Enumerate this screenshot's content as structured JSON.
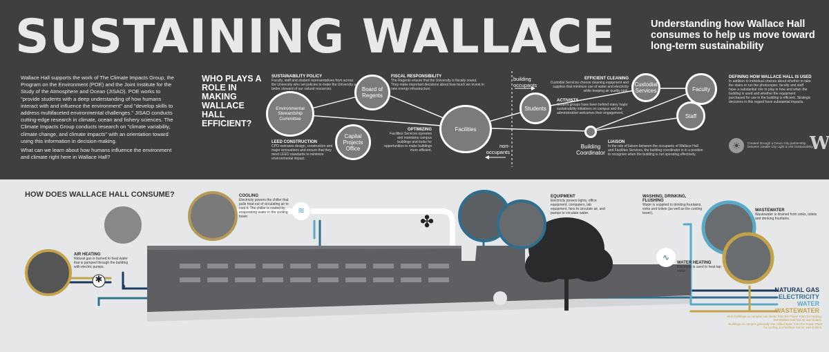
{
  "title": "SUSTAINING WALLACE",
  "subtitle": "Understanding how Wallace Hall consumes to help us move toward long-term sustainability",
  "intro": "Wallace Hall supports the work of The Climate Impacts Group, the Program on the Environment (POE) and the Joint Institute for the Study of the Atmosphere and Ocean (JISAO). POE works to \"provide students with a deep understanding of how humans interact with and influence the environment\" and \"develop skills to address multifaceted environmental challenges.\" JISAO conducts cutting-edge research in climate, ocean and fishery sciences. The Climate Impacts Group conducts research on \"climate variability, climate change, and climate impacts\" with an orientation toward using this information in decision-making.",
  "intro_question": "What can we learn about how humans influence the environment and climate right here in Wallace Hall?",
  "roles": {
    "heading": "WHO PLAYS A ROLE IN MAKING WALLACE HALL EFFICIENT?",
    "building_occupants": "building occupants",
    "non_occupants": "non-occupants",
    "nodes": {
      "environmental_stewardship": "Environmental Stewardship Committee",
      "board_of_regents": "Board of Regents",
      "capital_projects": "Capital Projects Office",
      "facilities": "Facilities",
      "students": "Students",
      "custodial": "Custodial Services",
      "faculty": "Faculty",
      "staff": "Staff",
      "building_coordinator": "Building Coordinator"
    },
    "blocks": {
      "sustainability_policy": {
        "head": "SUSTAINABILITY POLICY",
        "body": "Faculty, staff and student representatives from across the University who set policies to make the University a better steward of our natural resources."
      },
      "fiscal_responsibility": {
        "head": "FISCAL RESPONSIBILITY",
        "body": "The Regents ensure that the University is fiscally sound. They make important decisions about how much we invest in new energy infrastructure."
      },
      "leed_construction": {
        "head": "LEED CONSTRUCTION",
        "body": "CPO oversees design, construction and major renovations and ensure that they meet LEED standards to minimize environmental impact."
      },
      "optimizing": {
        "head": "OPTIMIZING",
        "body": "Facilities Services operates and maintains campus buildings and looks for opportunities to make buildings more efficient."
      },
      "efficient_cleaning": {
        "head": "EFFICIENT CLEANING",
        "body": "Custodial Services choose cleaning equipment and supplies that minimize use of water and electricity while keeping air quality high."
      },
      "activists": {
        "head": "ACTIVISTS",
        "body": "Student groups have been behind many major sustainability initiatives on campus and the administration welcomes their engagement."
      },
      "liaison": {
        "head": "LIAISON",
        "body": "In the role of liaison between the occupants of Wallace Hall and Facilities Services, the building coordinator is in a position to recognize when the building is not operating effectively."
      },
      "defining_use": {
        "head": "DEFINING HOW WALLACE HALL IS USED",
        "body": "In addition to individual choices about whether to take the stairs or run the photocopier, faculty and staff have a substantial role to play in how and when the building is used and whether the equipment purchased for use in the building is efficient. Strategic decisions in this regard have substantial impacts."
      }
    }
  },
  "credit": "Created through a Green City partnership between Seattle City Light & UW Sustainability",
  "consume": {
    "heading": "HOW DOES WALLACE HALL CONSUME?",
    "air_heating": {
      "head": "AIR HEATING",
      "body": "Natural gas is burned to heat water that is pumped through the building with electric pumps."
    },
    "cooling": {
      "head": "COOLING",
      "body": "Electricity powers the chiller that pulls heat out of circulating air to cool it. The chiller is cooled by evaporating water in the cooling tower."
    },
    "equipment": {
      "head": "EQUIPMENT",
      "body": "Electricity powers lights, office equipment, computers, lab equipment, fans to circulate air, and pumps to circulate water."
    },
    "washing": {
      "head": "WASHING, DRINKING, FLUSHING",
      "body": "Water is supplied to drinking fountains, sinks and toilets (as well as the cooling tower)."
    },
    "wastewater": {
      "head": "WASTEWATER",
      "body": "Wastewater is drained from sinks, toilets and drinking fountains."
    },
    "water_heating": {
      "head": "WATER HEATING",
      "body": "Electricity is used to heat tap water."
    }
  },
  "legend": {
    "natural_gas": "NATURAL GAS",
    "electricity": "ELECTRICITY",
    "water": "WATER",
    "wastewater": "WASTEWATER",
    "note1": "Most buildings on campus use steam from the Power Plant for heating, but Wallace Hall has its own boilers.",
    "note2": "Buildings on campus generally use chilled water from the Power Plant for cooling, but Wallace has its own chillers."
  },
  "colors": {
    "natural_gas": "#1b3a5c",
    "electricity": "#2e6f8e",
    "water": "#5aa9c6",
    "wastewater": "#c3a24a",
    "dark_panel": "#3f3f41",
    "node": "#7b7b7e"
  },
  "icons": {
    "fan": "fan-icon",
    "flame": "flame-icon",
    "coil": "coil-icon",
    "sun_logo": "green-city-logo-icon",
    "uw_logo": "uw-w-logo-icon"
  }
}
